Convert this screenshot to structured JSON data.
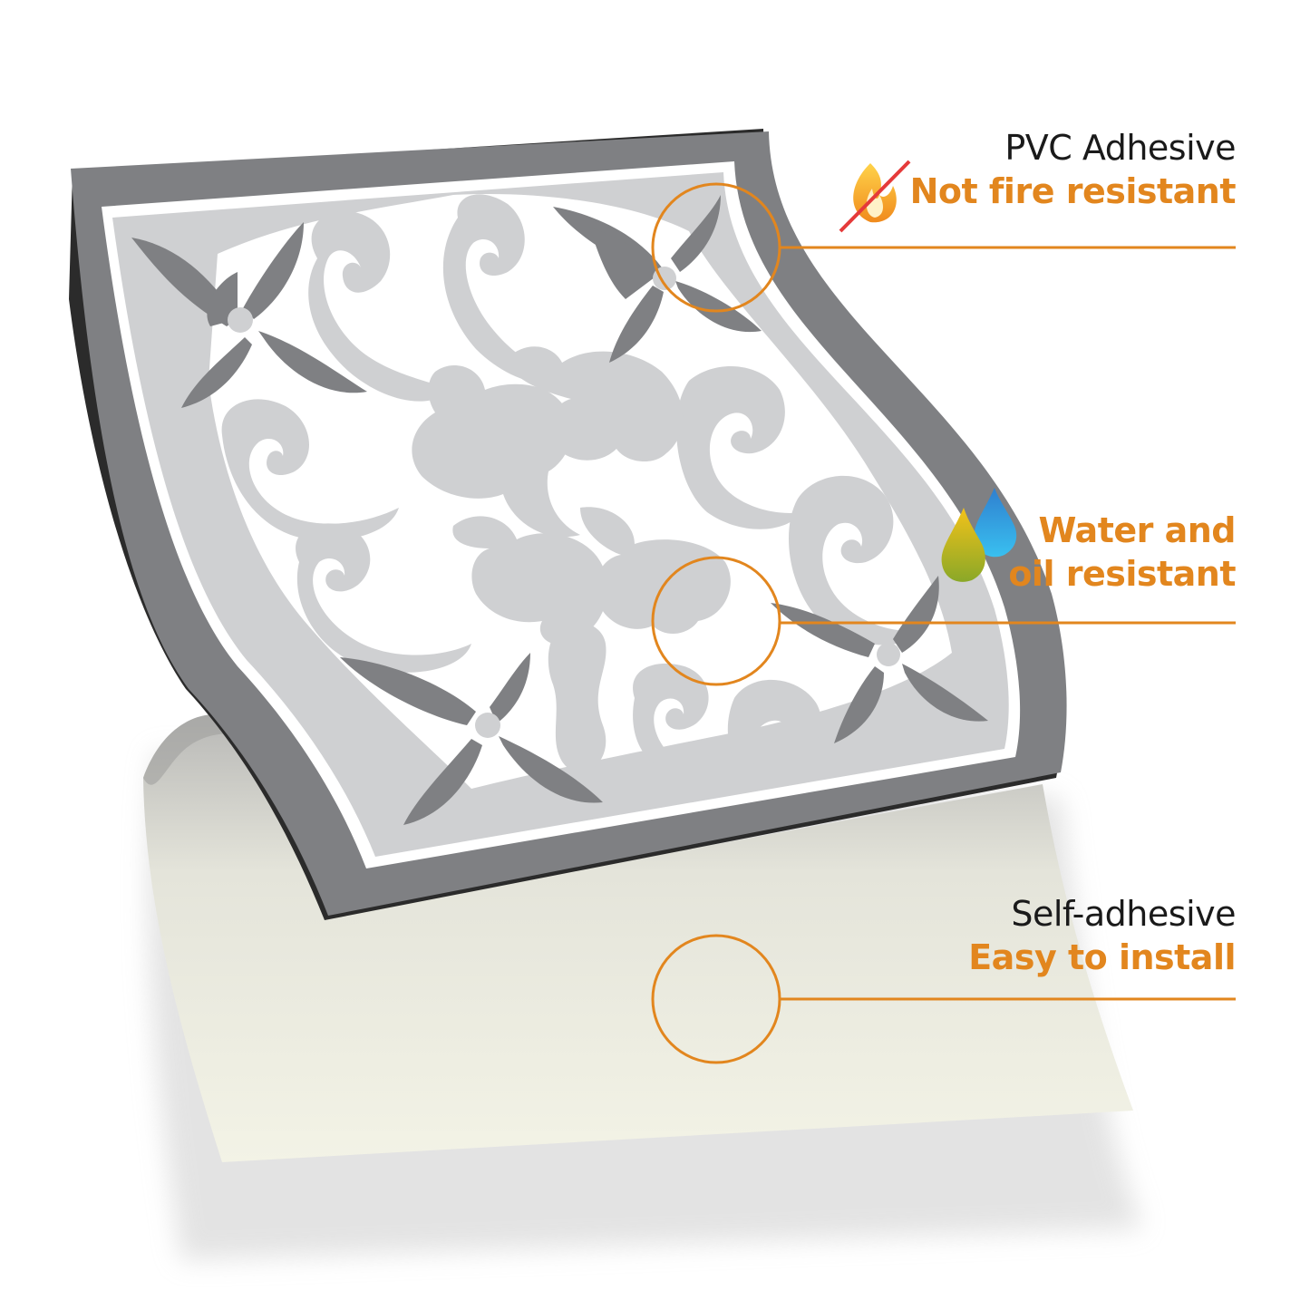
{
  "features": [
    {
      "title": "PVC Adhesive",
      "subtitle": "Not fire resistant",
      "icon": "no-fire-icon"
    },
    {
      "title": "",
      "subtitle": "Water and oil resistant",
      "subtitle_lines": [
        "Water and",
        "oil resistant"
      ],
      "icon": "water-oil-drops-icon"
    },
    {
      "title": "Self-adhesive",
      "subtitle": "Easy to install",
      "icon": ""
    }
  ],
  "colors": {
    "accent": "#e2861e",
    "tile_dark": "#7f8083",
    "tile_mid": "#cfd0d2",
    "tile_light": "#ffffff",
    "backing": "#f1f1e4",
    "water": "#2aa6e0",
    "oil": "#e3b21c",
    "strike": "#e53a3a"
  }
}
